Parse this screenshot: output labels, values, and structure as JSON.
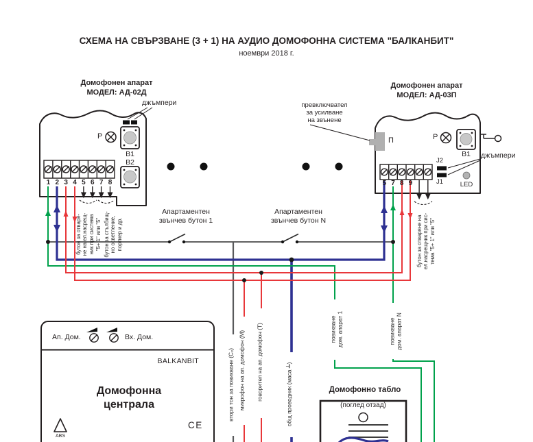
{
  "title": "СХЕМА НА СВЪРЗВАНЕ (3 + 1) НА АУДИО ДОМОФОННА СИСТЕМА \"БАЛКАНБИТ\"",
  "date": "ноември 2018 г.",
  "colors": {
    "blue": "#2e3192",
    "green": "#00a14b",
    "red": "#e8373a",
    "gray_wire": "#58595b",
    "line_black": "#231f20"
  },
  "left_device": {
    "name_line1": "Домофонен апарат",
    "name_line2": "МОДЕЛ: АД-02Д",
    "jumpers_label": "джъмпери",
    "p_label": "P",
    "b1_label": "B1",
    "b2_label": "B2",
    "terminals": [
      "1",
      "2",
      "3",
      "4",
      "5",
      "6",
      "7",
      "8"
    ]
  },
  "right_device": {
    "name_line1": "Домофонен апарат",
    "name_line2": "МОДЕЛ: АД-03П",
    "switch_note_lines": [
      "превключвател",
      "за усилване",
      "на звънене"
    ],
    "switch_label": "П",
    "p_label": "P",
    "b1_label": "B1",
    "j2_label": "J2",
    "j1_label": "J1",
    "led_label": "LED",
    "jumpers_label": "джъмпери",
    "terminals": [
      "5",
      "7",
      "8",
      "9"
    ]
  },
  "bell_buttons": {
    "button1_lines": [
      "Апартаментен",
      "звънчев бутон 1"
    ],
    "buttonN_lines": [
      "Апартаментен",
      "звънчев бутон N"
    ]
  },
  "notes": {
    "left_a_lines": [
      "бутон за отваря-",
      "не на ел.насрещ-",
      "ник при система",
      "\"5+ 1\" или \"5\""
    ],
    "left_b_lines": [
      "бутон за стълбищ-",
      "но осветление,",
      "портиер и др."
    ],
    "right_lines": [
      "бутон за отваряне на",
      "ел.насрещник при сис-",
      "тема \"5+ 1\" или \"5\""
    ]
  },
  "wire_labels": {
    "c2": "втори тон за повикване (C₂)",
    "mic": "микрофон на ап. домофон (М)",
    "spk": "говорител на ап. домофон (Т)",
    "gnd": "общ проводник (маса ╧)",
    "call1_lines": [
      "повикване",
      "дом. апарат 1"
    ],
    "callN_lines": [
      "повикване",
      "дом. апарат N"
    ]
  },
  "centrala": {
    "ap_dom": "Ап. Дом.",
    "vh_dom": "Вх. Дом.",
    "brand": "BALKANBIT",
    "title_lines": [
      "Домофонна",
      "централа"
    ],
    "abs": "ABS",
    "ce": "CE"
  },
  "tablo": {
    "title": "Домофонно табло",
    "subtitle": "(поглед отзад)"
  }
}
